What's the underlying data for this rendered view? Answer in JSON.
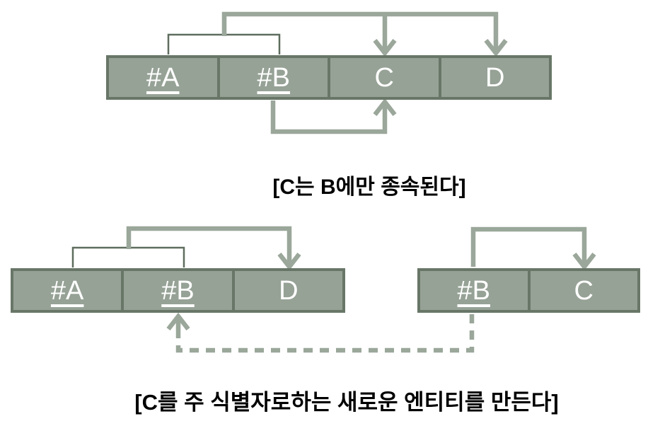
{
  "colors": {
    "background": "#ffffff",
    "cell_fill": "#96a296",
    "cell_border": "#687668",
    "arrow": "#9aa79a",
    "bracket": "#5e6d5e",
    "cell_text": "#ffffff",
    "caption_text": "#000000"
  },
  "top_diagram": {
    "caption": "[C는 B에만 종속된다]",
    "table": {
      "cells": [
        {
          "label": "#A",
          "is_key": true
        },
        {
          "label": "#B",
          "is_key": true
        },
        {
          "label": "C",
          "is_key": false
        },
        {
          "label": "D",
          "is_key": false
        }
      ]
    },
    "arrows": [
      {
        "type": "solid",
        "from": "composite-key(#A,#B)",
        "to": [
          "C",
          "D"
        ],
        "route": "over-top"
      },
      {
        "type": "solid",
        "from": "#B",
        "to": [
          "C"
        ],
        "route": "under-bottom"
      }
    ]
  },
  "bottom_diagram": {
    "caption": "[C를 주 식별자로하는 새로운 엔티티를 만든다]",
    "left_table": {
      "cells": [
        {
          "label": "#A",
          "is_key": true
        },
        {
          "label": "#B",
          "is_key": true
        },
        {
          "label": "D",
          "is_key": false
        }
      ]
    },
    "right_table": {
      "cells": [
        {
          "label": "#B",
          "is_key": true
        },
        {
          "label": "C",
          "is_key": false
        }
      ]
    },
    "arrows": [
      {
        "type": "solid",
        "from": "composite-key(#A,#B)",
        "to": [
          "D"
        ],
        "route": "over-top"
      },
      {
        "type": "solid",
        "from": "#B(right-table)",
        "to": [
          "C"
        ],
        "route": "over-top"
      },
      {
        "type": "dashed",
        "from": "#B(right-table)",
        "to": [
          "#B(left-table)"
        ],
        "route": "under-bottom"
      }
    ]
  }
}
